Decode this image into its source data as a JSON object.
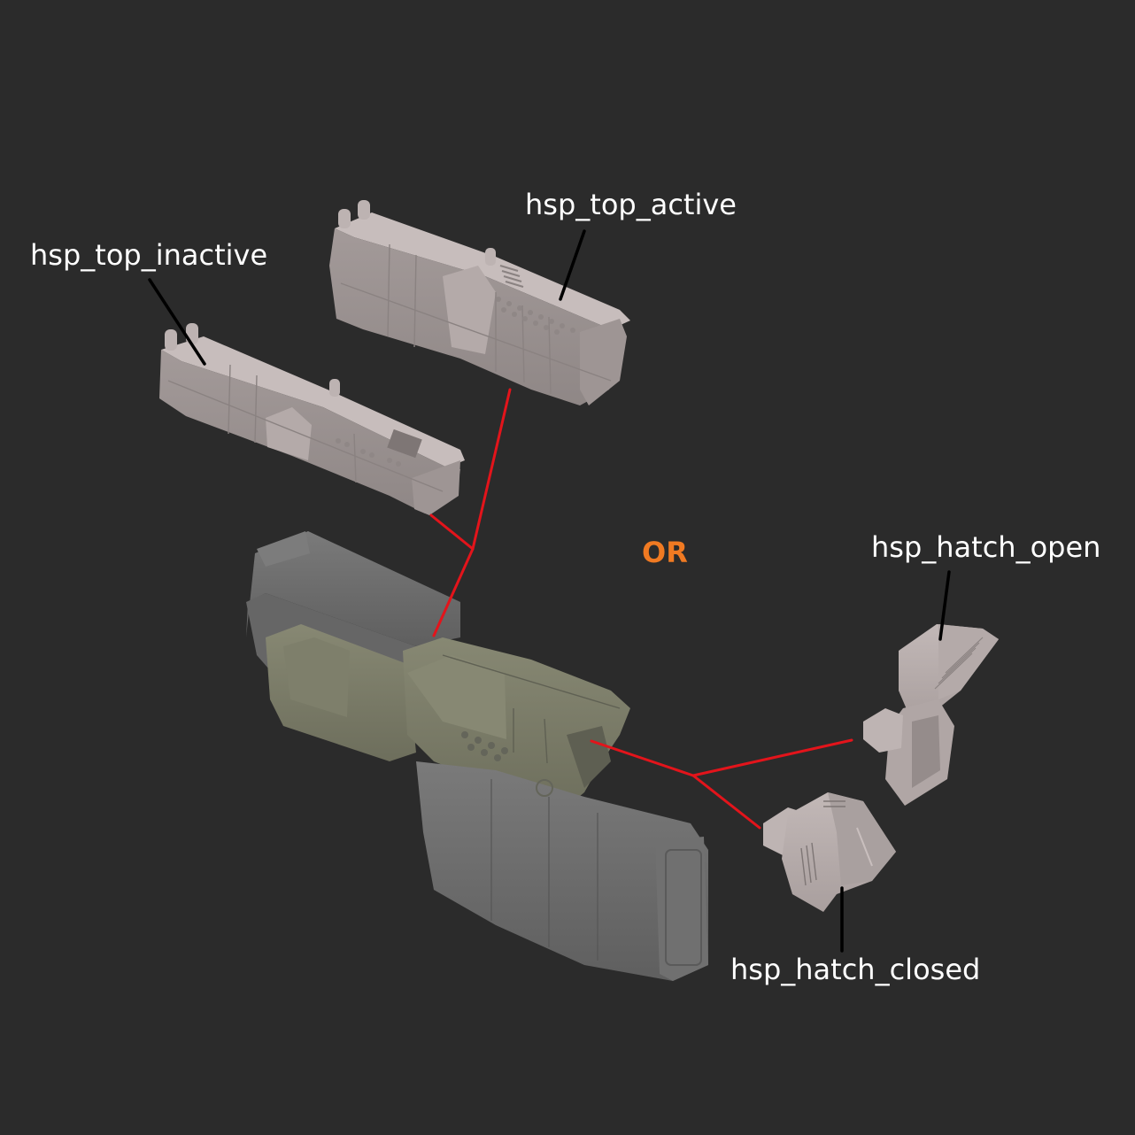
{
  "labels": {
    "top_inactive": "hsp_top_inactive",
    "top_active": "hsp_top_active",
    "hatch_open": "hsp_hatch_open",
    "hatch_closed": "hsp_hatch_closed",
    "or": "OR"
  },
  "colors": {
    "background": "#2b2b2b",
    "connector": "#e3141b",
    "leader": "#000000",
    "part_light": "#b2a8a7",
    "base_gray": "#6e6e6e",
    "base_olive": "#7a7b68",
    "or_accent": "#f07a22",
    "label_text": "#ffffff"
  },
  "parts": [
    {
      "id": "hsp_top_inactive",
      "variant_group": "top"
    },
    {
      "id": "hsp_top_active",
      "variant_group": "top"
    },
    {
      "id": "hsp_hatch_open",
      "variant_group": "hatch"
    },
    {
      "id": "hsp_hatch_closed",
      "variant_group": "hatch"
    }
  ]
}
